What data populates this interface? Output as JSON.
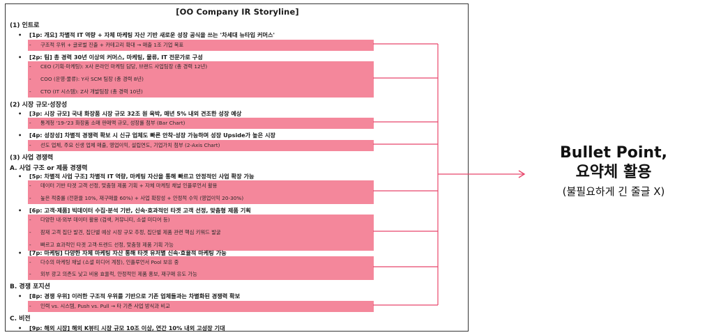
{
  "document": {
    "title": "[OO Company IR Storyline]",
    "sections": [
      {
        "id": "s1",
        "label": "(1) 인트로"
      },
      {
        "id": "s2",
        "label": "(2) 시장 규모·성장성"
      },
      {
        "id": "s3",
        "label": "(3) 사업 경쟁력"
      },
      {
        "id": "s3a",
        "label": "A. 사업 구조 or 제품 경쟁력"
      },
      {
        "id": "s3b",
        "label": "B. 경쟁 포지션"
      },
      {
        "id": "s3c",
        "label": "C. 비전"
      }
    ],
    "bullets": [
      {
        "id": "b1",
        "text": "[1p: 개요] 차별적 IT 역량 + 자체 마케팅 자산 기반 새로운 성장 공식을 쓰는 '차세대 뉴타입 커머스'",
        "subs": [
          "구조적 우위 + 글로벌 진출 + 카테고리 확대 → 매출 1조 기업 목표"
        ]
      },
      {
        "id": "b2",
        "text": "[2p: 팀] 총 경력 30년 이상의 커머스, 마케팅, 물류, IT 전문가로 구성",
        "subs": [
          "CEO (기획·마케팅): X사 온라인 마케팅 담당, 브랜드 사업팀장 (총 경력 12년)",
          "COO (운영·물류): Y사 SCM 팀장 (총 경력 8년)",
          "CTO (IT 시스템): Z사 개발팀장 (총 경력 10년)"
        ]
      },
      {
        "id": "b3",
        "text": "[3p: 시장 규모] 국내 화장품 시장 규모 32조 원 육박, 매년 5% 내외 견조한 성장 예상",
        "subs": [
          "통계청 '19-'23 화장품 소매 판매액 규모, 성장률 첨부 (Bar Chart)"
        ]
      },
      {
        "id": "b4",
        "text": "[4p: 성장성] 차별적 경쟁력 확보 시 신규 업체도 빠른 안착·성장 가능하며 성장 Upside가 높은 시장",
        "subs": [
          "선도 업체, 주요 신생 업체 매출, 영업이익, 설립연도, 기업가치 첨부 (2-Axis Chart)"
        ]
      },
      {
        "id": "b5",
        "text": "[5p: 차별적 사업 구조] 차별적 IT 역량, 마케팅 자산을 통해 빠르고 안정적인 사업 확장 가능",
        "subs": [
          "데이터 기반 타겟 고객 선정, 맞춤형 제품 기획 + 자체 마케팅 채널 인플루언서 활용",
          "높은 적중률 (전환율 10%, 재구매율 60%) + 사업 확장성 + 안정적 수익 (영업이익 20-30%)"
        ]
      },
      {
        "id": "b6",
        "text": "[6p: 고객·제품] 빅데이터 수집·분석 기반, 신속·효과적인 타겟 고객 선정, 맞춤형 제품 기획",
        "subs": [
          "다양한 내·외부 데이터 활용 (검색, 커뮤니티, 소셜 미디어 등)",
          "잠재 고객 집단 발견, 집단별 예상 시장 규모 추정, 집단별 제품 관련 핵심 키워드 발굴",
          "빠르고 효과적인 타겟 고객·트렌드 선정, 맞춤형 제품 기획 가능"
        ]
      },
      {
        "id": "b7",
        "text": "[7p: 마케팅] 다양한 자체 마케팅 자산 통해 타겟 유저별 신속·효율적 마케팅 가능",
        "subs": [
          "다수의 마케팅 채널 (소셜 미디어 계정), 인플루언서 Pool 보유 중",
          "외부 광고 의존도 낮고 비용 효율적, 안정적인 제품 홍보, 재구매 유도 가능"
        ]
      },
      {
        "id": "b8",
        "text": "[8p: 경쟁 우위] 이러한 구조적 우위를 기반으로 기존 업체들과는 차별화된 경쟁력 확보",
        "subs": [
          "인력 vs. 시스템, Push vs. Pull → 타 기존 사업 방식과 비교"
        ]
      },
      {
        "id": "b9",
        "text": "[9p: 해외 시장] 해외 K뷰티 시장 규모 10조 이상, 연간 10% 내외 고성장 기대",
        "subs": []
      }
    ]
  },
  "callout": {
    "line1": "Bullet Point,",
    "line2": "요약체 활용",
    "line3": "(불필요하게 긴 줄글 X)"
  },
  "colors": {
    "highlight": "#f4879b",
    "bracket": "#e8456a"
  }
}
